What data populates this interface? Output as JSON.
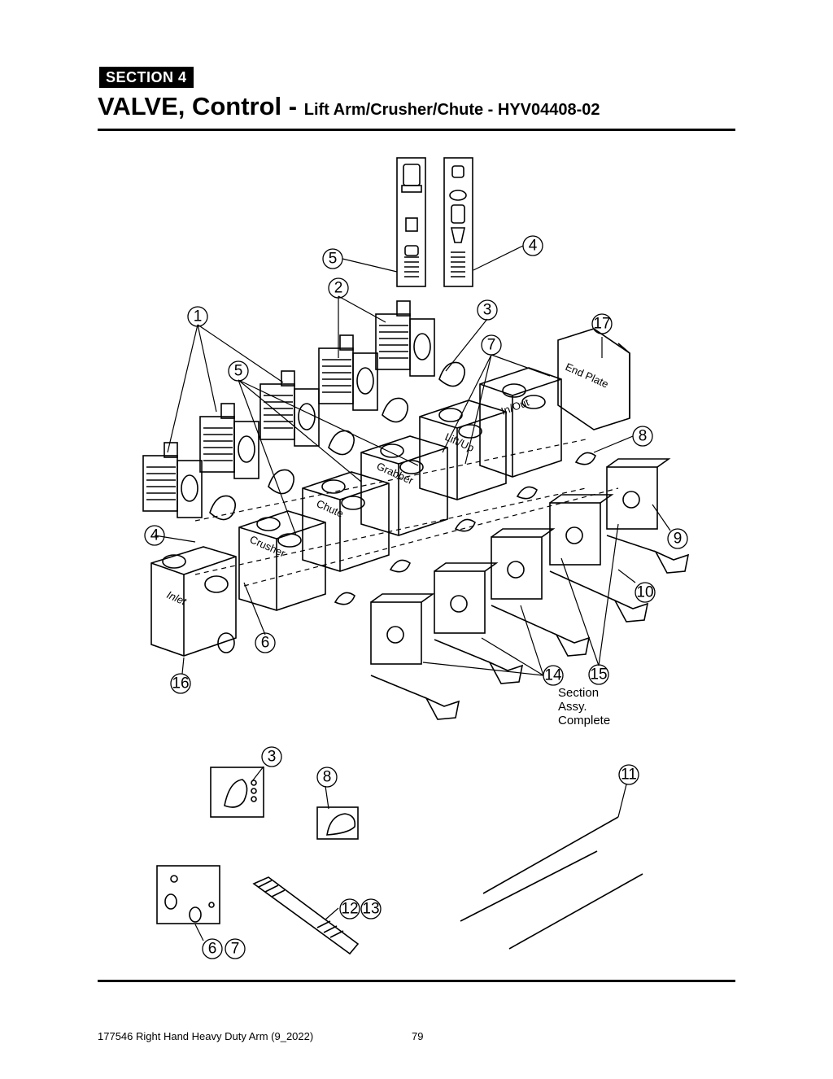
{
  "header": {
    "section": "SECTION  4",
    "title_main": "VALVE, Control - ",
    "title_sub": "Lift Arm/Crusher/Chute - HYV04408-02"
  },
  "block_labels": {
    "inlet": "Inlet",
    "crusher": "Crusher",
    "chute": "Chute",
    "grabber": "Grabber",
    "lift_up": "Lift/Up",
    "in_out": "In/Out",
    "end_plate": "End Plate"
  },
  "callouts": {
    "c1": "1",
    "c2": "2",
    "c3": "3",
    "c4": "4",
    "c5": "5",
    "c6": "6",
    "c7": "7",
    "c8": "8",
    "c9": "9",
    "c10": "10",
    "c11": "11",
    "c12": "12",
    "c13": "13",
    "c14": "14",
    "c15": "15",
    "c16": "16",
    "c17": "17"
  },
  "section_assy_note": [
    "Section",
    "Assy.",
    "Complete"
  ],
  "footer": {
    "doc": "177546 Right Hand Heavy Duty Arm (9_2022)",
    "page": "79"
  }
}
